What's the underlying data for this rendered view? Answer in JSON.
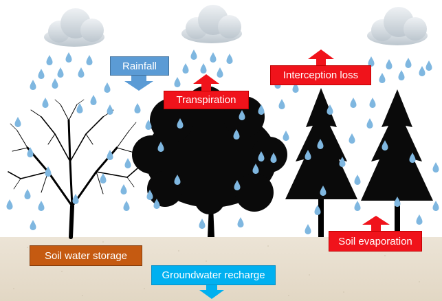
{
  "labels": {
    "rainfall": "Rainfall",
    "transpiration": "Transpiration",
    "interception_loss": "Interception loss",
    "soil_evaporation": "Soil evaporation",
    "soil_water_storage": "Soil water storage",
    "groundwater_recharge": "Groundwater recharge"
  },
  "icons": [
    "cloud-icon",
    "raindrop-icon",
    "deciduous-tree-icon",
    "conifer-tree-icon",
    "arrow-up-icon",
    "arrow-down-icon"
  ],
  "colors": {
    "rain": "#7fb7e0",
    "cloud": "#d3dae0",
    "outflux_label": "#f0131b",
    "rainfall_label": "#5b9bd5",
    "storage_label": "#c55a11",
    "recharge_label": "#00b0f0",
    "soil": "#e8dfd0",
    "tree": "#000000"
  }
}
